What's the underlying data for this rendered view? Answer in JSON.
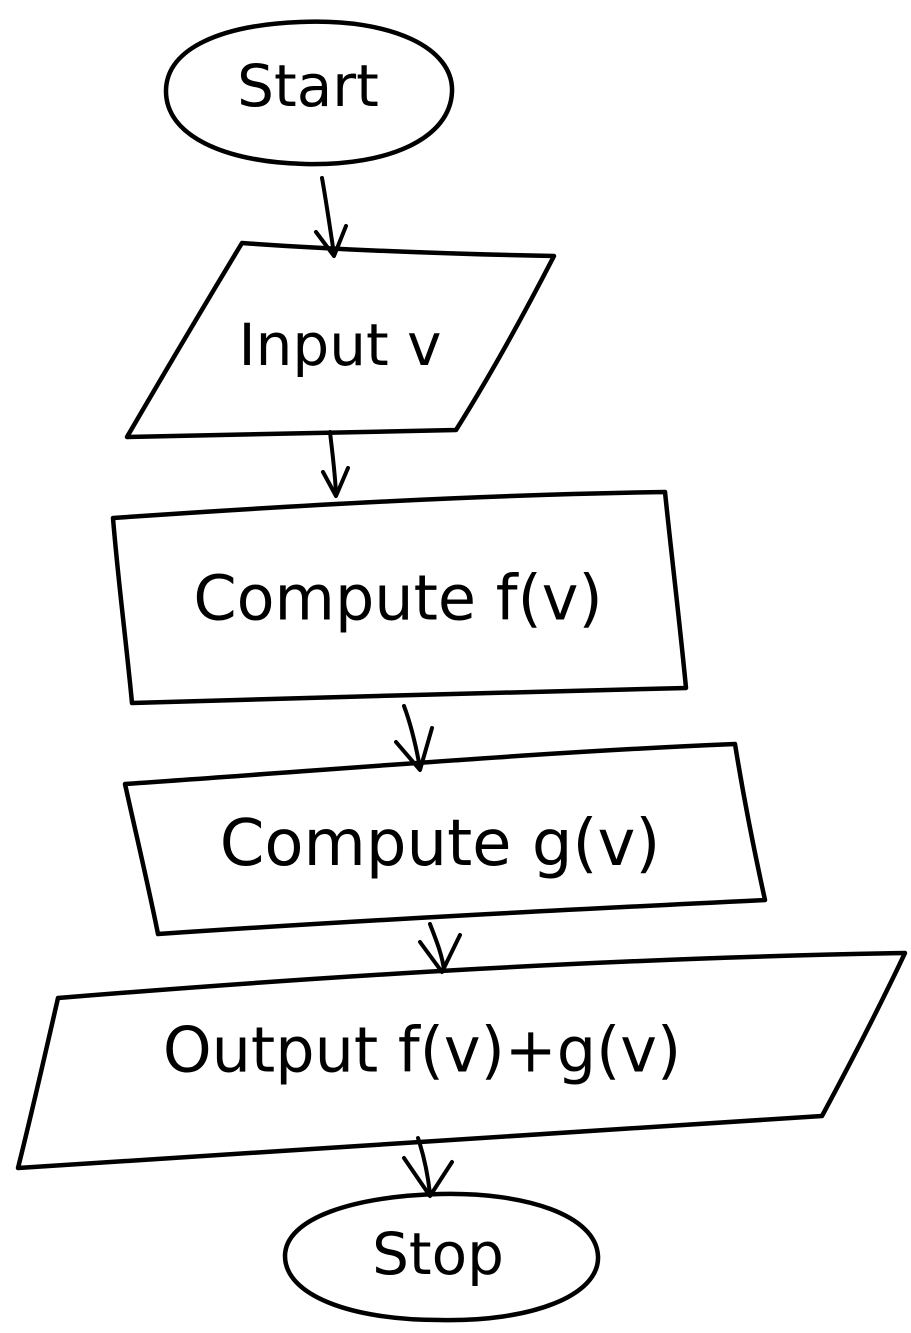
{
  "nodes": {
    "start": {
      "shape": "terminal",
      "label": "Start"
    },
    "input": {
      "shape": "parallelogram",
      "label": "Input v"
    },
    "compute_f": {
      "shape": "process",
      "label": "Compute f(v)"
    },
    "compute_g": {
      "shape": "process",
      "label": "Compute g(v)"
    },
    "output": {
      "shape": "parallelogram",
      "label": "Output f(v)+g(v)"
    },
    "stop": {
      "shape": "terminal",
      "label": "Stop"
    }
  },
  "edges": [
    {
      "from": "start",
      "to": "input"
    },
    {
      "from": "input",
      "to": "compute_f"
    },
    {
      "from": "compute_f",
      "to": "compute_g"
    },
    {
      "from": "compute_g",
      "to": "output"
    },
    {
      "from": "output",
      "to": "stop"
    }
  ],
  "style": {
    "ink_color": "#000000",
    "background": "#ffffff",
    "hand_drawn": true
  }
}
